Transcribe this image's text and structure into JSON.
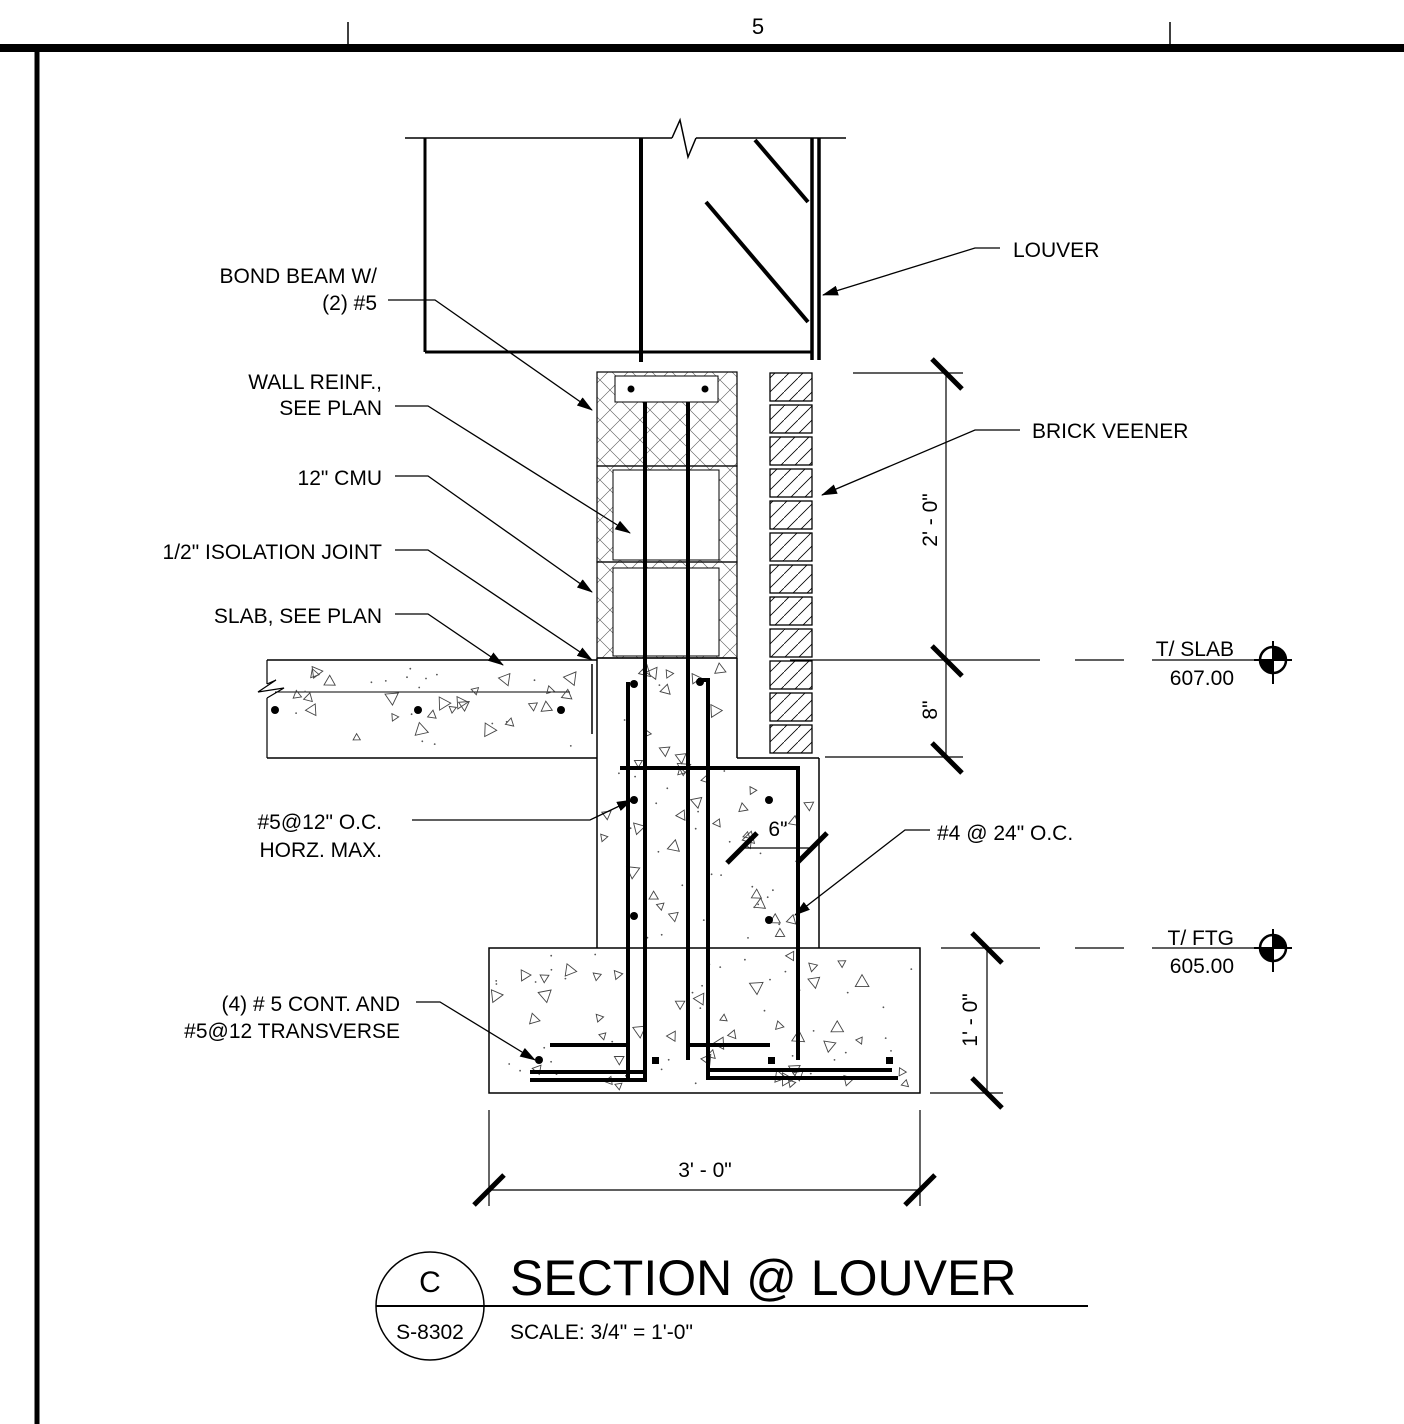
{
  "sheet": {
    "grid_label": "5"
  },
  "labels": {
    "louver": "LOUVER",
    "bond_beam_1": "BOND BEAM W/",
    "bond_beam_2": "(2) #5",
    "wall_reinf_1": "WALL REINF.,",
    "wall_reinf_2": "SEE PLAN",
    "brick_veneer": "BRICK VEENER",
    "cmu": "12\" CMU",
    "isolation_joint": "1/2\" ISOLATION JOINT",
    "slab": "SLAB, SEE PLAN",
    "horz_1": "#5@12\" O.C.",
    "horz_2": "HORZ. MAX.",
    "dowel": "#4 @ 24\" O.C.",
    "ftg_bars_1": "(4) # 5 CONT. AND",
    "ftg_bars_2": "#5@12 TRANSVERSE"
  },
  "elevations": {
    "slab_label": "T/ SLAB",
    "slab_value": "607.00",
    "ftg_label": "T/ FTG",
    "ftg_value": "605.00"
  },
  "dimensions": {
    "wall_height": "2' - 0\"",
    "curb_height": "8\"",
    "dowel_offset": "6\"",
    "footing_depth": "1' - 0\"",
    "footing_width": "3' - 0\""
  },
  "title_block": {
    "detail_letter": "C",
    "sheet_ref": "S-8302",
    "title": "SECTION @ LOUVER",
    "scale": "SCALE:   3/4\" = 1'-0\""
  }
}
